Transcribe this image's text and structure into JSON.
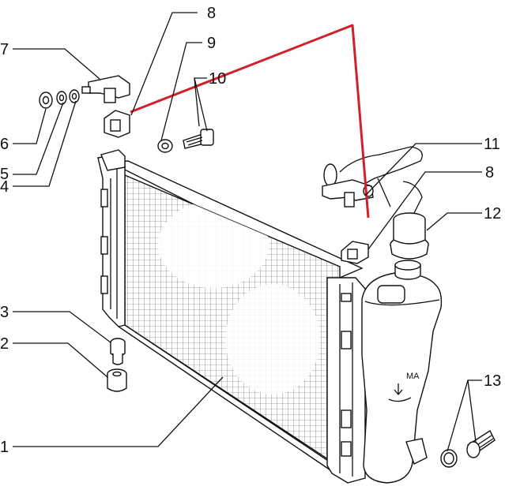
{
  "callouts": {
    "c1": "1",
    "c2": "2",
    "c3": "3",
    "c4": "4",
    "c5": "5",
    "c6": "6",
    "c7": "7",
    "c8_top": "8",
    "c8_right": "8",
    "c9": "9",
    "c10": "10",
    "c11": "11",
    "c12": "12",
    "c13": "13"
  },
  "tank_marking": "MA",
  "colors": {
    "highlight_line": "#d0202a",
    "ink": "#111111",
    "background": "#ffffff"
  }
}
